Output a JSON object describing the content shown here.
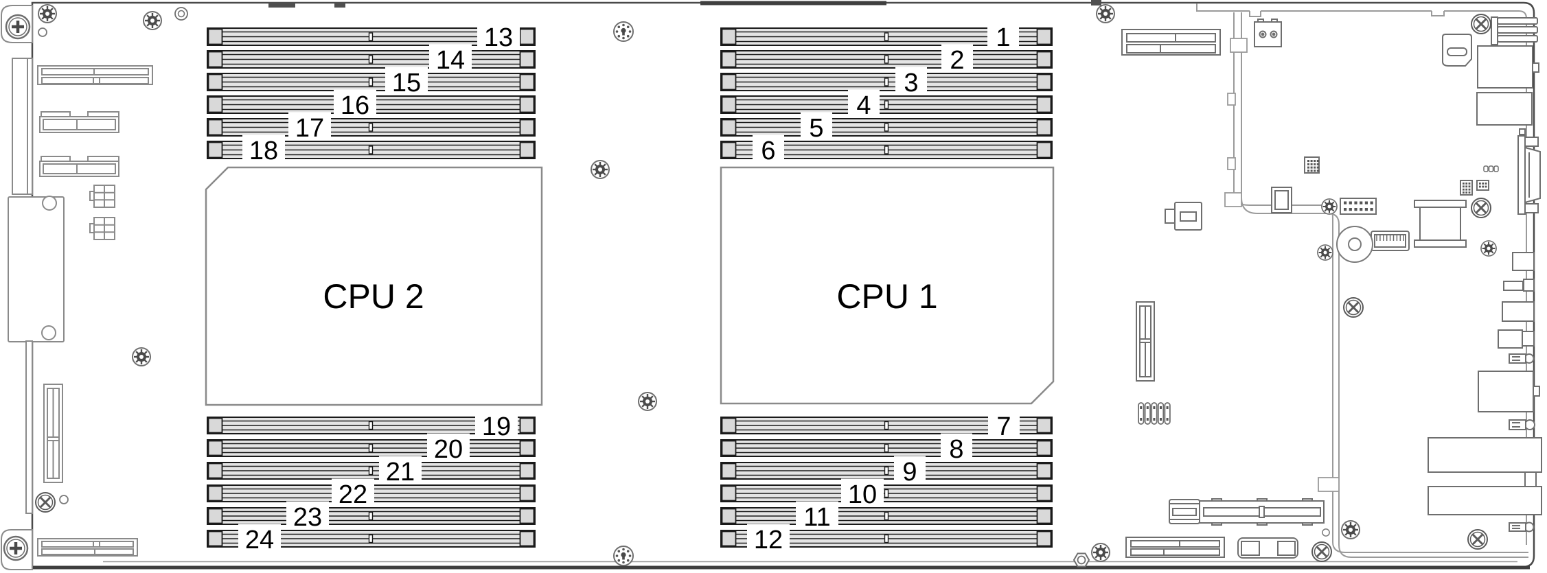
{
  "board": {
    "cpu2": {
      "label": "CPU 2"
    },
    "cpu1": {
      "label": "CPU 1"
    },
    "dimm_groups": [
      {
        "id": "cpu2-top",
        "slots": [
          "13",
          "14",
          "15",
          "16",
          "17",
          "18"
        ]
      },
      {
        "id": "cpu1-top",
        "slots": [
          "1",
          "2",
          "3",
          "4",
          "5",
          "6"
        ]
      },
      {
        "id": "cpu2-bottom",
        "slots": [
          "19",
          "20",
          "21",
          "22",
          "23",
          "24"
        ]
      },
      {
        "id": "cpu1-bottom",
        "slots": [
          "7",
          "8",
          "9",
          "10",
          "11",
          "12"
        ]
      }
    ]
  },
  "icons": {
    "torx_screw": "circle with gear",
    "phillips_screw": "circle with plus cross",
    "cross_screw": "circle with X cross",
    "dot_ring_screw": "circle with dot ring and keyhole",
    "standoff": "double circle",
    "hex_nut": "hexagon with circle"
  },
  "colors": {
    "background": "#ffffff",
    "board_outline": "#4a4a4a",
    "light_outline": "#8a8a8a",
    "tray_outline": "#9a9a9a",
    "slot_fill": "#e4e4e4",
    "slot_cap_fill": "#d9d9d9",
    "slot_stroke": "#1a1a1a",
    "label_bg": "#ffffff",
    "text": "#000000"
  }
}
